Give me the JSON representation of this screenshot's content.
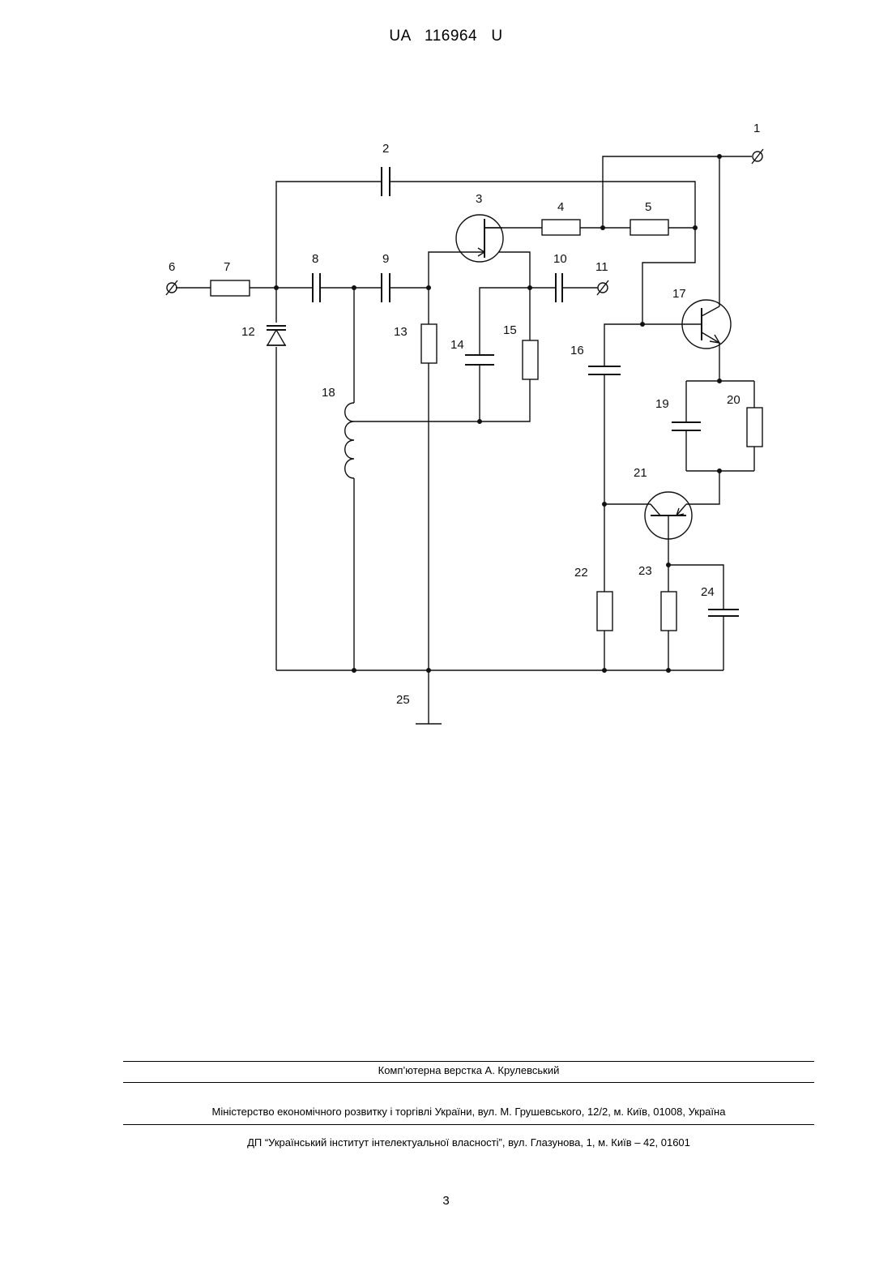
{
  "header": {
    "doc_number": "UA   116964   U"
  },
  "schematic": {
    "labels": {
      "l1": "1",
      "l2": "2",
      "l3": "3",
      "l4": "4",
      "l5": "5",
      "l6": "6",
      "l7": "7",
      "l8": "8",
      "l9": "9",
      "l10": "10",
      "l11": "11",
      "l12": "12",
      "l13": "13",
      "l14": "14",
      "l15": "15",
      "l16": "16",
      "l17": "17",
      "l18": "18",
      "l19": "19",
      "l20": "20",
      "l21": "21",
      "l22": "22",
      "l23": "23",
      "l24": "24",
      "l25": "25"
    }
  },
  "footer": {
    "typesetting": "Комп’ютерна верстка А. Крулевський",
    "ministry": "Міністерство економічного розвитку і торгівлі України, вул. М. Грушевського, 12/2, м. Київ, 01008, Україна",
    "institute": "ДП “Український інститут інтелектуальної власності”, вул. Глазунова, 1, м. Київ – 42, 01601",
    "page_number": "3"
  }
}
